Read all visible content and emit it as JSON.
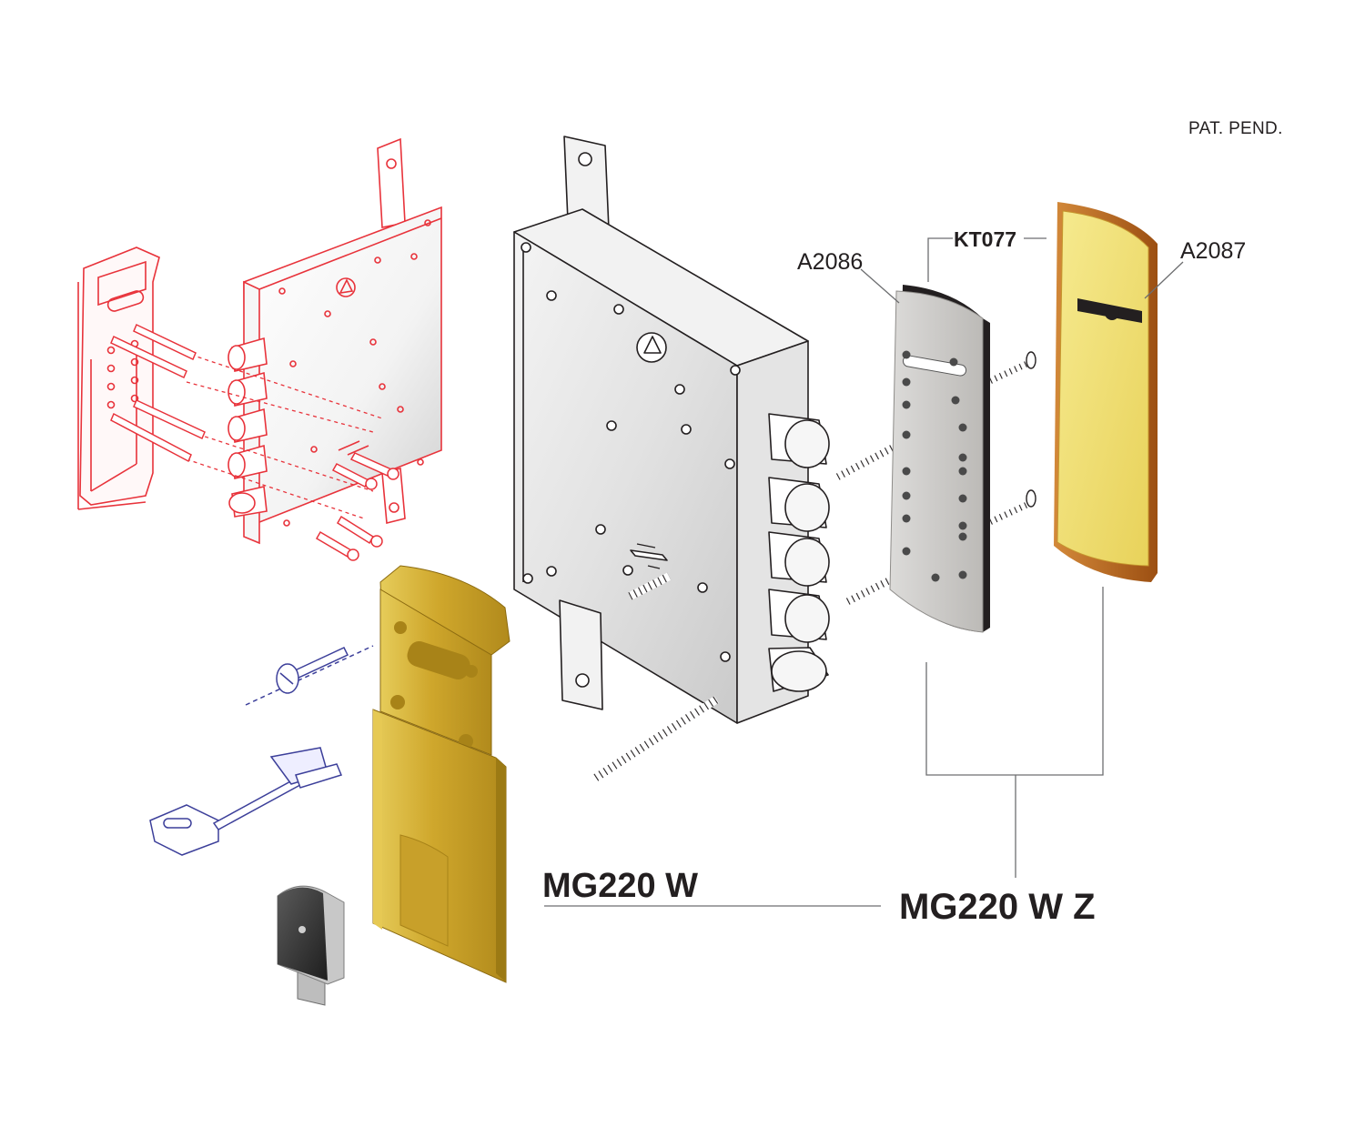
{
  "labels": {
    "patent": "PAT. PEND.",
    "part_a2086": "A2086",
    "part_kt077": "KT077",
    "part_a2087": "A2087",
    "model_mg220w": "MG220 W",
    "model_mg220wz": "MG220 W Z"
  },
  "colors": {
    "red_outline": "#e8333b",
    "steel_outline": "#231f20",
    "gold": "#d7b53a",
    "gold_dark": "#b88f1c",
    "bronze": "#b5651d",
    "plate_grey": "#c9c8c6",
    "key_blue": "#3c3f9a"
  },
  "icons": {
    "red_lock": "mortise-lock-outline-icon",
    "red_mount": "mounting-bracket-outline-icon",
    "steel_lock": "mortise-lock-body-icon",
    "grey_plate": "drilled-mount-plate-icon",
    "gold_cover_plate": "gold-cover-plate-icon",
    "gold_shield": "gold-armoured-shield-icon",
    "key": "key-icon",
    "magnetic_key": "magnetic-key-icon",
    "screw": "screw-icon"
  }
}
